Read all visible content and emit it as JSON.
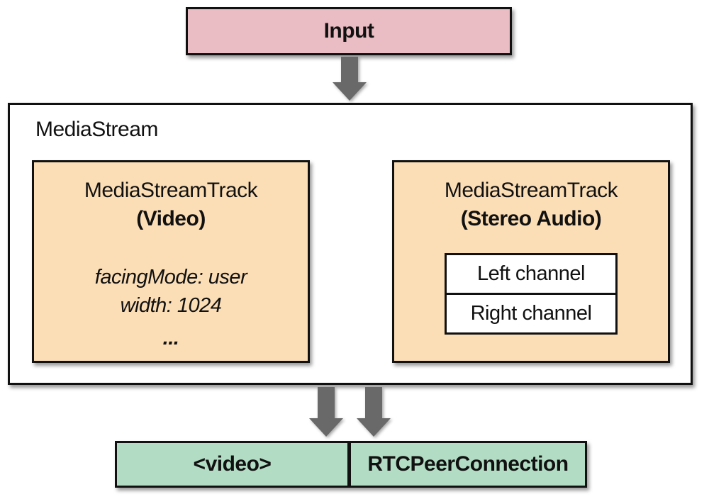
{
  "colors": {
    "input_fill": "#e9bdc3",
    "track_fill": "#fcdeb6",
    "output_fill": "#b2dcc4",
    "arrow_color": "#696969",
    "border_color": "#111111"
  },
  "input": {
    "label": "Input"
  },
  "mediastream": {
    "label": "MediaStream",
    "video_track": {
      "title": "MediaStreamTrack",
      "subtitle": "(Video)",
      "prop_facing_mode": "facingMode: user",
      "prop_width": "width: 1024",
      "prop_ellipsis": "..."
    },
    "audio_track": {
      "title": "MediaStreamTrack",
      "subtitle": "(Stereo Audio)",
      "channel_left": "Left channel",
      "channel_right": "Right channel"
    }
  },
  "outputs": {
    "video_sink": "<video>",
    "rtc_sink": "RTCPeerConnection"
  }
}
